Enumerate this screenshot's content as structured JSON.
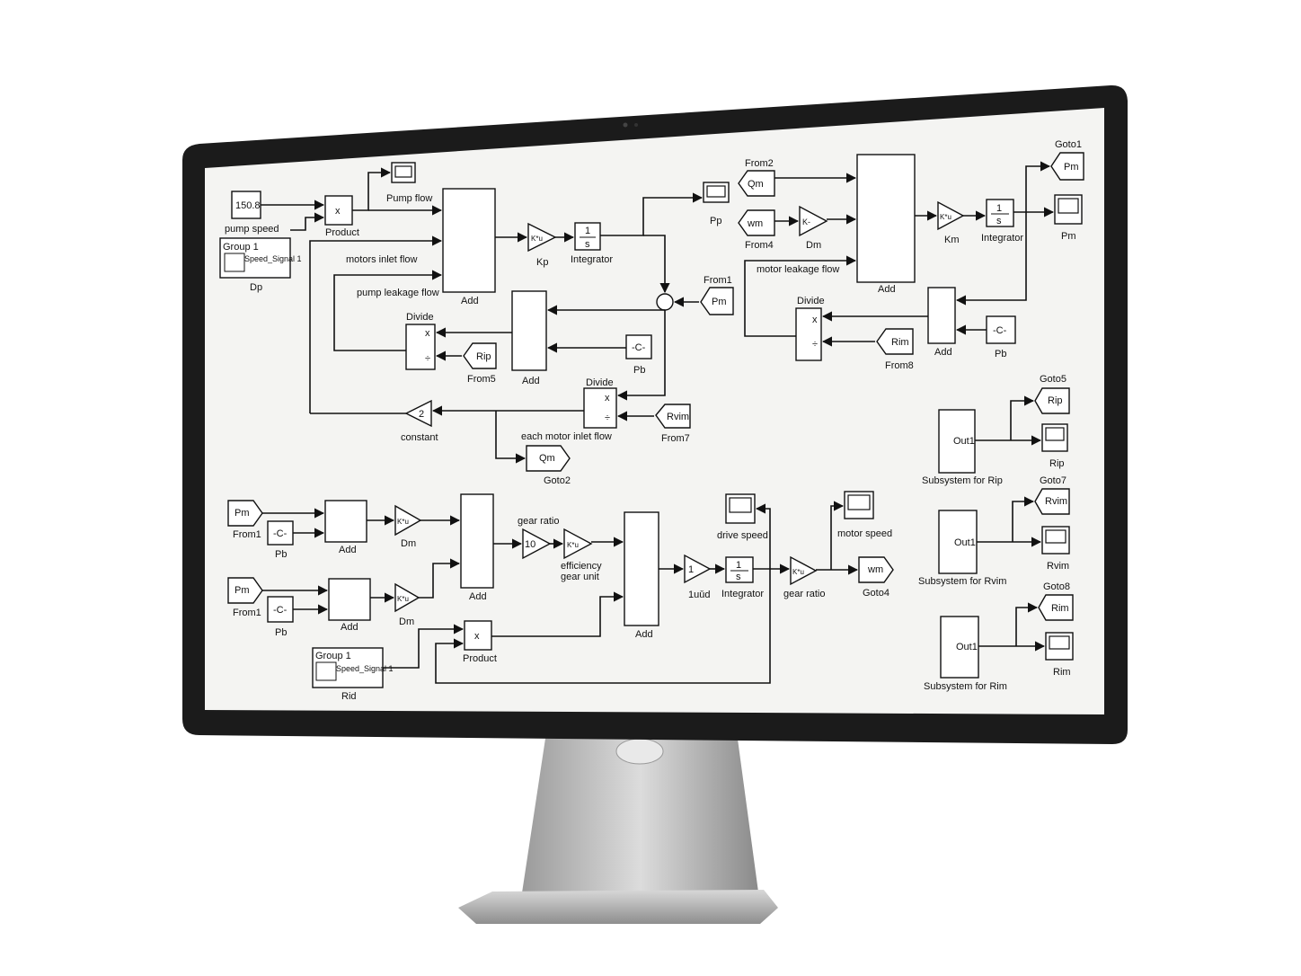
{
  "diagram": {
    "pump": {
      "constant_value": "150.8",
      "constant_label": "pump speed",
      "product_sign": "x",
      "product_label": "Product",
      "group_title": "Group 1",
      "group_signal": "Speed_Signal 1",
      "group_label": "Dp",
      "scope_label": "Pump flow",
      "add_label": "Add",
      "motors_inlet_flow": "motors inlet flow",
      "pump_leakage_flow": "pump leakage flow",
      "gain_text": "K*u",
      "gain_label": "Kp",
      "integrator_num": "1",
      "integrator_den": "s",
      "integrator_label": "Integrator",
      "pp_scope_label": "Pp",
      "from1_label": "From1",
      "from1_tag": "Pm",
      "divide_label": "Divide",
      "divide_mul": "x",
      "divide_div": "÷",
      "rip_tag": "Rip",
      "from5_label": "From5",
      "add2_label": "Add",
      "pb_const": "-C-",
      "pb_label": "Pb",
      "divide2_label": "Divide",
      "rvim_tag": "Rvim",
      "from7_label": "From7",
      "constant2_value": "2",
      "constant2_label": "constant",
      "each_motor_inlet_flow": "each motor inlet flow",
      "qm_tag": "Qm",
      "goto2_label": "Goto2"
    },
    "motor": {
      "from2_label": "From2",
      "qm_tag": "Qm",
      "wm_tag": "wm",
      "from4_label": "From4",
      "dm_gain_text": "K-",
      "dm_label": "Dm",
      "motor_leakage_flow": "motor leakage flow",
      "add_label": "Add",
      "km_gain_text": "K*u",
      "km_label": "Km",
      "integrator_num": "1",
      "integrator_den": "s",
      "integrator_label": "Integrator",
      "goto1_label": "Goto1",
      "pm_tag": "Pm",
      "pm_scope_label": "Pm",
      "divide_label": "Divide",
      "divide_mul": "x",
      "divide_div": "÷",
      "rim_tag": "Rim",
      "from8_label": "From8",
      "add2_label": "Add",
      "pb_const": "-C-",
      "pb_label": "Pb"
    },
    "subsystems": [
      {
        "out": "Out1",
        "label": "Subsystem for Rip",
        "goto": "Goto5",
        "tag": "Rip",
        "scope": "Rip"
      },
      {
        "out": "Out1",
        "label": "Subsystem for Rvim",
        "goto": "Goto7",
        "tag": "Rvim",
        "scope": "Rvim"
      },
      {
        "out": "Out1",
        "label": "Subsystem for Rim",
        "goto": "Goto8",
        "tag": "Rim",
        "scope": "Rim"
      }
    ],
    "drive": {
      "pm_tag": "Pm",
      "from1_label": "From1",
      "pb_const": "-C-",
      "pb_label": "Pb",
      "add_label": "Add",
      "dm_gain_text": "K*u",
      "dm_label": "Dm",
      "pm_tag2": "Pm",
      "from1_label2": "From1",
      "pb_const2": "-C-",
      "pb_label2": "Pb",
      "add_label2": "Add",
      "dm_label2": "Dm",
      "add3_label": "Add",
      "gear_ratio_top": "gear ratio",
      "gear_value": "10",
      "eff_gain_text": "K*u",
      "efficiency_label": "efficiency\ngear unit",
      "add4_label": "Add",
      "inv_gain": "1",
      "inv_label": "1uǔd",
      "integrator_num": "1",
      "integrator_den": "s",
      "integrator_label": "Integrator",
      "gear_gain_text": "K*u",
      "gear_ratio_label": "gear ratio",
      "drive_speed_label": "drive speed",
      "motor_speed_label": "motor speed",
      "wm_tag": "wm",
      "goto4_label": "Goto4",
      "group_title": "Group 1",
      "group_signal": "Speed_Signal 1",
      "group_label": "Rid",
      "product_sign": "x",
      "product_label": "Product"
    }
  }
}
